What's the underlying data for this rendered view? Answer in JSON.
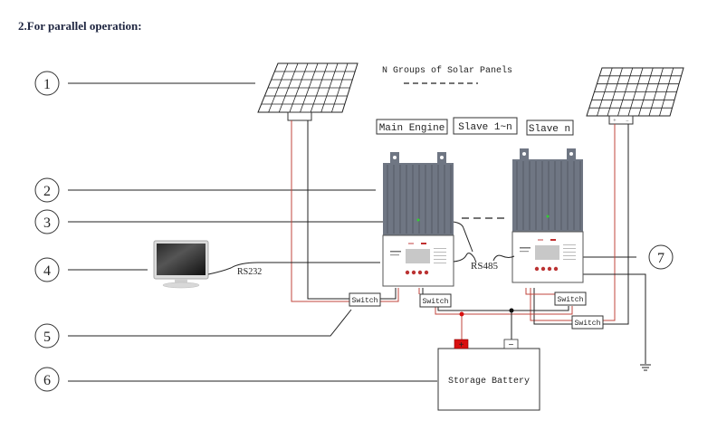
{
  "title": "2.For parallel operation:",
  "callouts": [
    {
      "number": "1",
      "target": "Solar Panel"
    },
    {
      "number": "2",
      "target": "Controller (Main Engine)"
    },
    {
      "number": "3",
      "target": "RS485 communication cable"
    },
    {
      "number": "4",
      "target": "Computer Monitor"
    },
    {
      "number": "5",
      "target": "Switch"
    },
    {
      "number": "6",
      "target": "Storage Battery"
    },
    {
      "number": "7",
      "target": "Controller (Slave n)"
    }
  ],
  "labels": {
    "solar_groups": "N Groups of Solar Panels",
    "main_engine": "Main Engine",
    "slave_range": "Slave 1~n",
    "slave_n": "Slave n",
    "rs232": "RS232",
    "rs485": "RS485",
    "storage_battery": "Storage Battery",
    "switch": "Switch",
    "battery_positive": "+",
    "battery_negative": "−",
    "panel_positive": "+",
    "panel_negative": "−"
  },
  "colors": {
    "positive_wire": "#c0463c",
    "negative_wire": "#333333",
    "battery_positive_terminal": "#d80f0f",
    "heatsink": "#6f7683",
    "title_text": "#1e2540"
  }
}
